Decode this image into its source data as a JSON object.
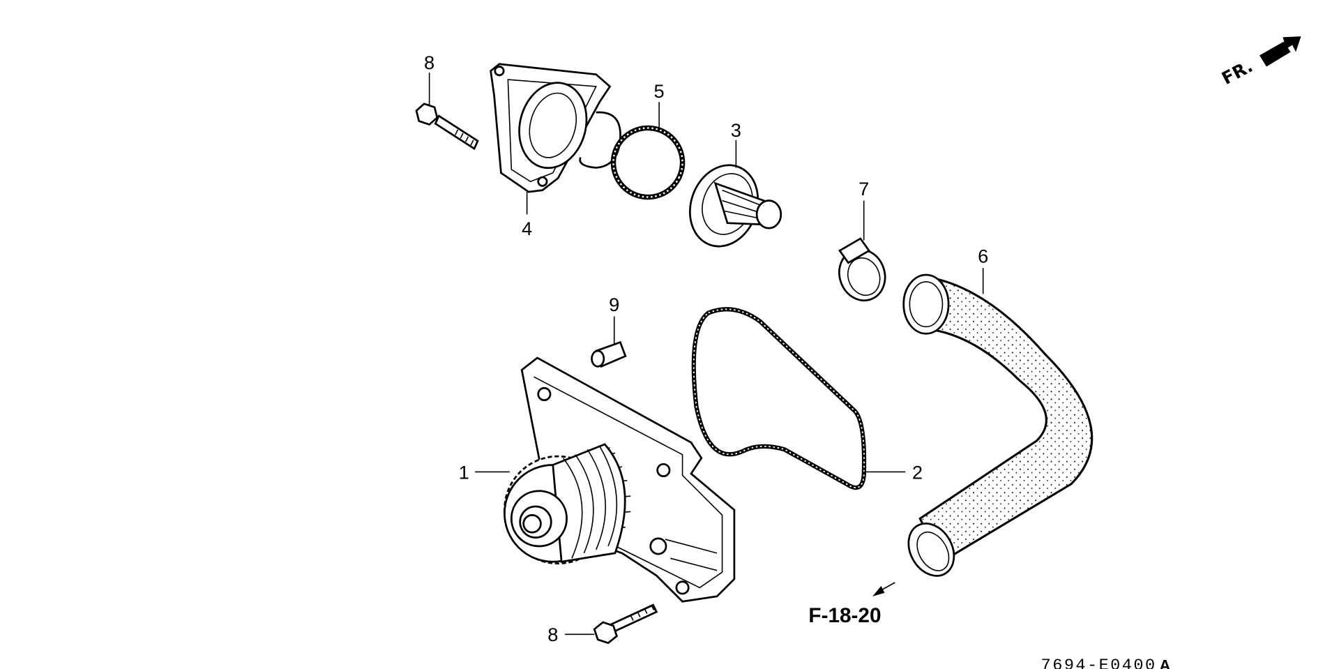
{
  "diagram": {
    "callouts": [
      {
        "id": "part-1",
        "number": "1"
      },
      {
        "id": "part-2",
        "number": "2"
      },
      {
        "id": "part-3",
        "number": "3"
      },
      {
        "id": "part-4",
        "number": "4"
      },
      {
        "id": "part-5",
        "number": "5"
      },
      {
        "id": "part-6",
        "number": "6"
      },
      {
        "id": "part-7",
        "number": "7"
      },
      {
        "id": "part-8-top",
        "number": "8"
      },
      {
        "id": "part-8-bottom",
        "number": "8"
      },
      {
        "id": "part-9",
        "number": "9"
      }
    ],
    "reference": "F-18-20",
    "front_indicator": "FR.",
    "drawing_code": "7694-E0400",
    "drawing_revision": "A"
  }
}
